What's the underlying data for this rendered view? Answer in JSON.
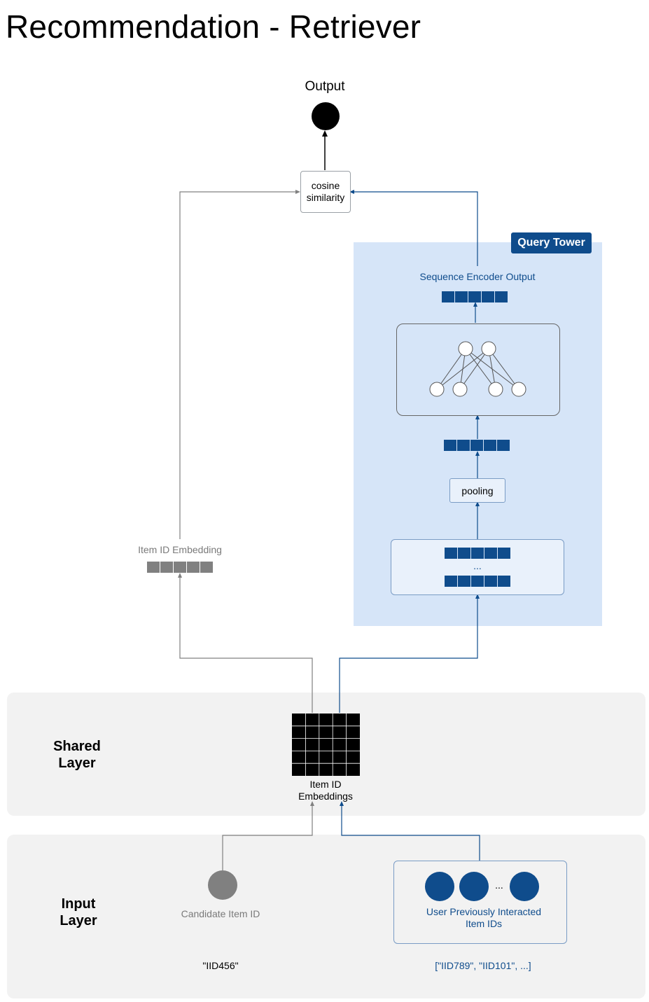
{
  "title": "Recommendation - Retriever",
  "output": {
    "label": "Output"
  },
  "cosine": {
    "label": "cosine similarity"
  },
  "query_tower": {
    "badge": "Query Tower",
    "sequence_encoder_output": "Sequence Encoder Output",
    "pooling": "pooling",
    "ellipsis": "..."
  },
  "item_embedding": {
    "label": "Item ID Embedding"
  },
  "shared_layer": {
    "label": "Shared Layer",
    "embeddings_label": "Item ID Embeddings"
  },
  "input_layer": {
    "label": "Input Layer",
    "candidate_label": "Candidate Item ID",
    "user_label": "User Previously Interacted Item IDs",
    "user_ellipsis": "...",
    "candidate_example": "\"IID456\"",
    "user_example": "[\"IID789\", \"IID101\", ...]"
  },
  "colors": {
    "query_blue": "#0f4c8c",
    "query_bg": "#d6e5f8",
    "candidate_gray": "#808080",
    "layer_bg": "#f2f2f2"
  }
}
